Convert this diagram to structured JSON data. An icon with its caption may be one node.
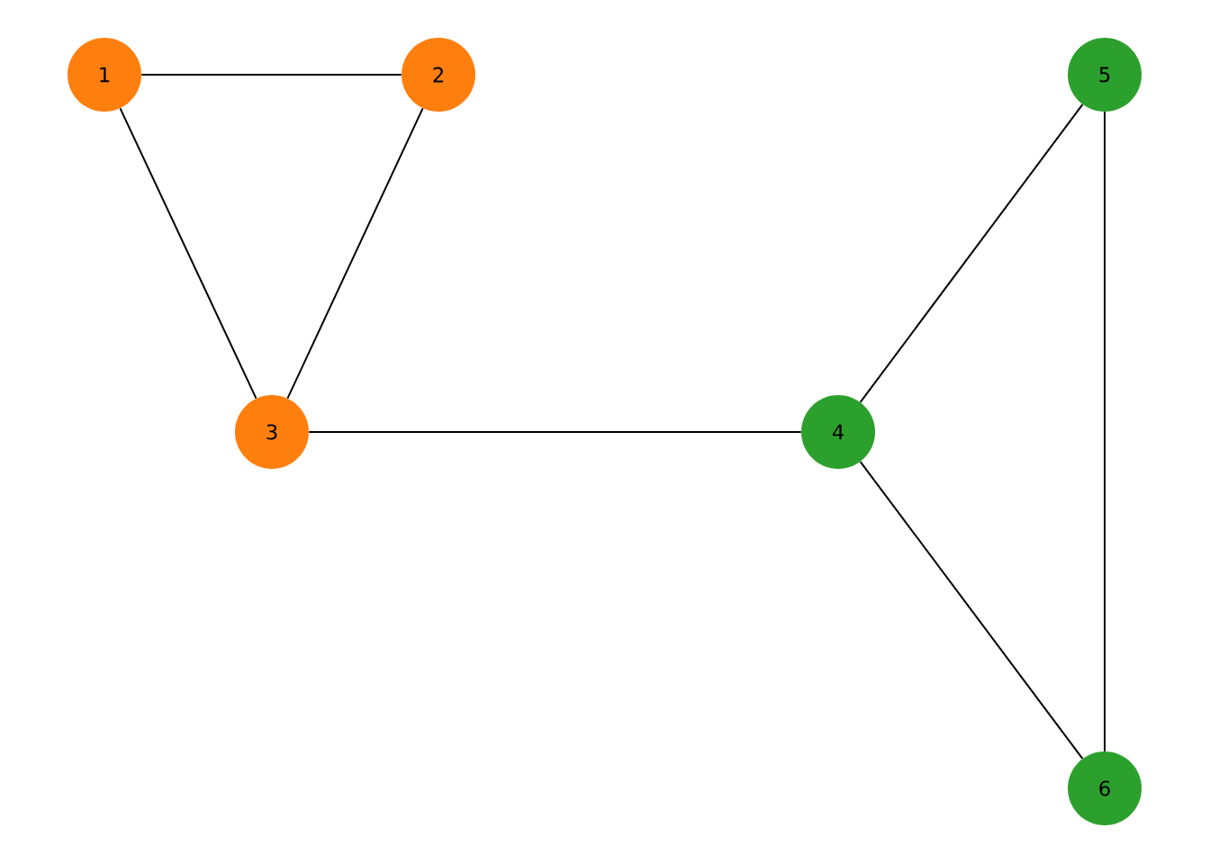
{
  "diagram": {
    "nodes": [
      {
        "text": [
          "1"
        ]
      },
      {
        "text": [
          "2"
        ]
      },
      {
        "text": [
          "3"
        ]
      },
      {
        "text": [
          "4"
        ]
      },
      {
        "text": [
          "5"
        ]
      },
      {
        "text": [
          "6"
        ]
      }
    ],
    "edges": [
      {
        "from": 0,
        "to": 1,
        "arrow": "none"
      },
      {
        "from": 0,
        "to": 2,
        "arrow": "none"
      },
      {
        "from": 1,
        "to": 2,
        "arrow": "none"
      },
      {
        "from": 2,
        "to": 3,
        "arrow": "none"
      },
      {
        "from": 3,
        "to": 4,
        "arrow": "none"
      },
      {
        "from": 3,
        "to": 5,
        "arrow": "none"
      },
      {
        "from": 4,
        "to": 5,
        "arrow": "none"
      }
    ]
  }
}
